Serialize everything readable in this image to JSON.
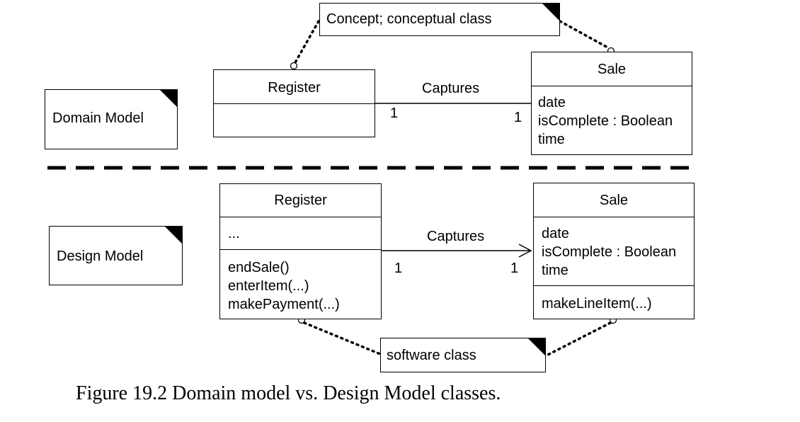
{
  "notes": {
    "concept": "Concept; conceptual class",
    "domain": "Domain Model",
    "design": "Design Model",
    "software": "software class"
  },
  "domain_model": {
    "register": {
      "name": "Register"
    },
    "sale": {
      "name": "Sale",
      "attributes": [
        "date",
        "isComplete : Boolean",
        "time"
      ]
    },
    "association": {
      "label": "Captures",
      "mult_left": "1",
      "mult_right": "1"
    }
  },
  "design_model": {
    "register": {
      "name": "Register",
      "attributes": [
        "..."
      ],
      "operations": [
        "endSale()",
        "enterItem(...)",
        "makePayment(...)"
      ]
    },
    "sale": {
      "name": "Sale",
      "attributes": [
        "date",
        "isComplete : Boolean",
        "time"
      ],
      "operations": [
        "makeLineItem(...)"
      ]
    },
    "association": {
      "label": "Captures",
      "mult_left": "1",
      "mult_right": "1"
    }
  },
  "caption": "Figure 19.2 Domain model vs. Design Model classes."
}
